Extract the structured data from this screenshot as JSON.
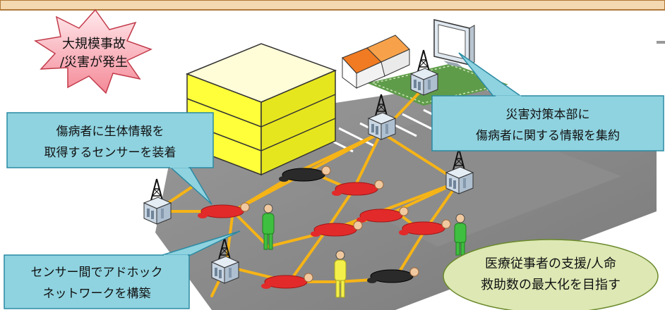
{
  "colors": {
    "header_bar": "#f3d8b0",
    "header_border": "#b07a3a",
    "callout_fill": "#8fd3e0",
    "callout_border": "#2a8aa3",
    "ellipse_fill": "#dde8b4",
    "ellipse_border": "#6b8a2c",
    "burst_fill_top": "#ffe9ec",
    "burst_fill_bottom": "#f48a98",
    "burst_border": "#c23a4a",
    "link_line": "#f6b416",
    "building_face": "#ffff3a",
    "victim": "#e32a2a",
    "rescuer_green": "#3fbf3f",
    "rescuer_yellow": "#f4f04a"
  },
  "burst": {
    "line1": "大規模事故",
    "line2": "/災害が発生"
  },
  "callouts": {
    "sensor": {
      "line1": "傷病者に生体情報を",
      "line2": "取得するセンサーを装着"
    },
    "hq": {
      "line1": "災害対策本部に",
      "line2": "傷病者に関する情報を集約"
    },
    "adhoc": {
      "line1": "センサー間でアドホック",
      "line2": "ネットワークを構築"
    }
  },
  "goal": {
    "line1": "医療従事者の支援/人命",
    "line2": "救助数の最大化を目指す"
  },
  "icons": [
    "explosion-burst-icon",
    "building-icon",
    "house-icon",
    "monitor-icon",
    "antenna-tower-icon",
    "victim-figure-icon",
    "rescuer-figure-icon"
  ]
}
